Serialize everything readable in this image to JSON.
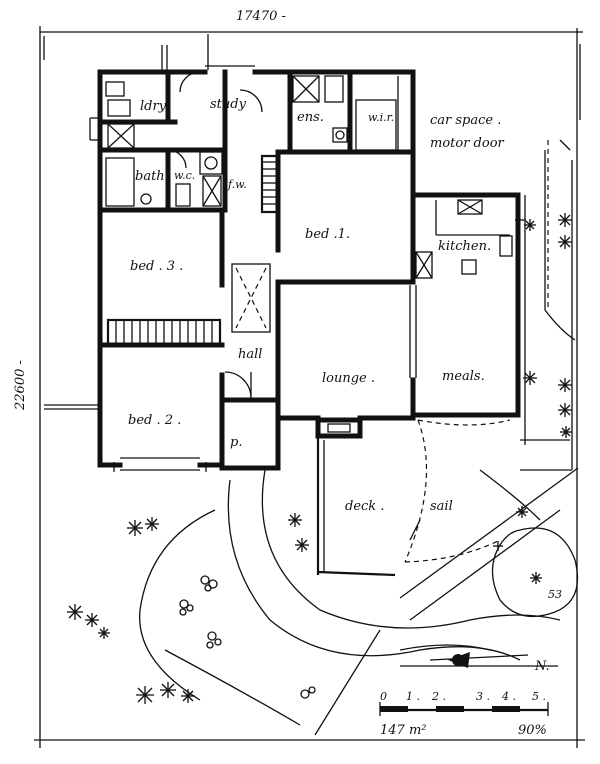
{
  "dimensions": {
    "width_label": "17470 -",
    "depth_label": "22600 -"
  },
  "rooms": {
    "laundry": "ldry.",
    "study": "study",
    "ensuite": "ens.",
    "walk_in_robe": "w.i.r.",
    "bath": "bath",
    "wc": "w.c.",
    "bed1": "bed .1.",
    "bed3": "bed . 3 .",
    "bed2": "bed . 2 .",
    "kitchen": "kitchen.",
    "hall": "hall",
    "lounge": "lounge .",
    "meals": "meals.",
    "pantry": "p.",
    "deck": "deck .",
    "sail": "sail"
  },
  "annotations": {
    "car_space": "car space .",
    "motor_door": "motor door",
    "fw": "f.w.",
    "tree_number": "53"
  },
  "scale_bar": {
    "ticks": [
      "0",
      "1 .",
      "2 .",
      "3 .",
      "4 .",
      "5 ."
    ]
  },
  "footer": {
    "area": "147 m²",
    "percent": "90%"
  },
  "north": {
    "label": "N."
  }
}
